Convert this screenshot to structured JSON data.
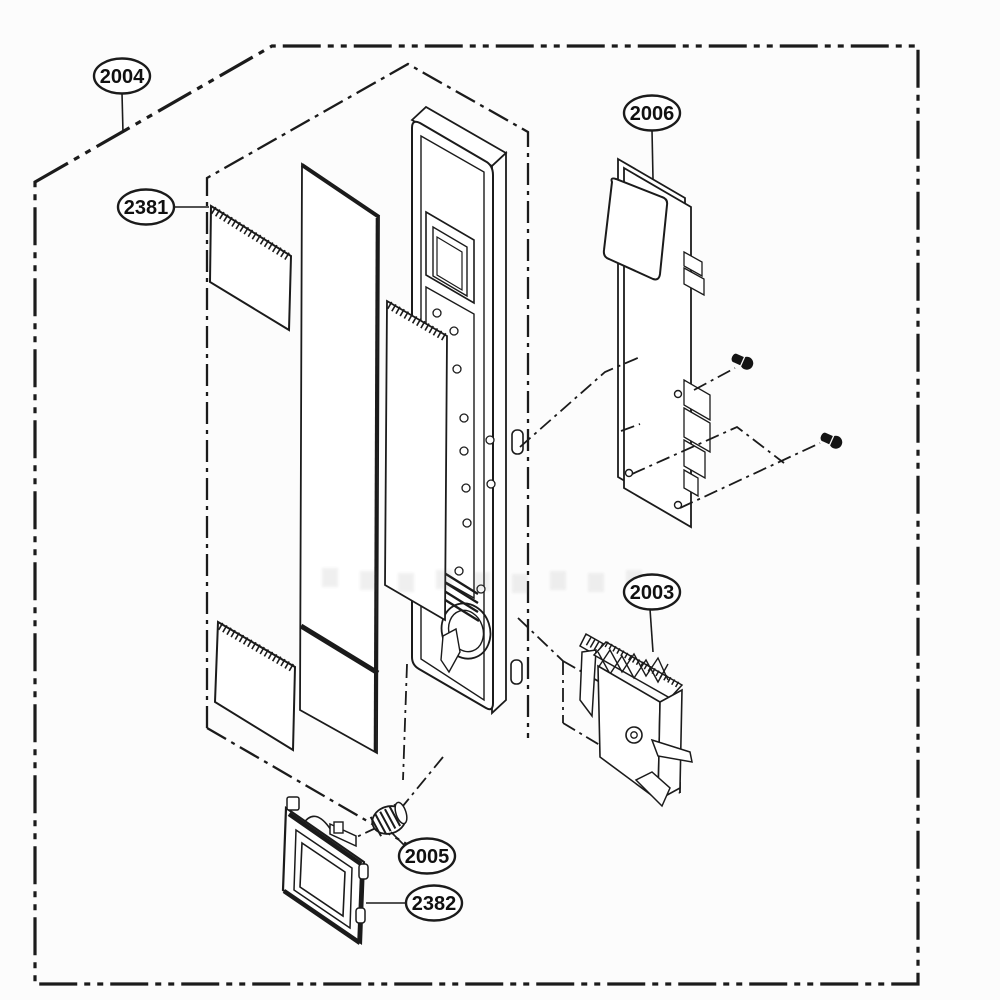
{
  "diagram": {
    "kind": "exploded-parts-diagram",
    "background_color": "#fcfcfc",
    "line_color": "#1b1b1b",
    "callouts": {
      "c2004": {
        "label": "2004"
      },
      "c2381": {
        "label": "2381"
      },
      "c2006": {
        "label": "2006"
      },
      "c2003": {
        "label": "2003"
      },
      "c2005": {
        "label": "2005"
      },
      "c2382": {
        "label": "2382"
      }
    }
  }
}
